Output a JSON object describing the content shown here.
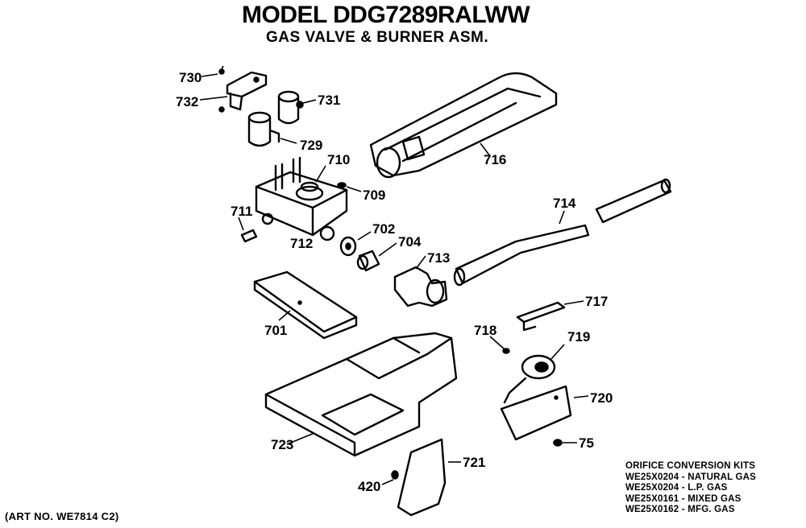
{
  "header": {
    "title": "MODEL DDG7289RALWW",
    "subtitle": "GAS VALVE & BURNER ASM."
  },
  "parts": [
    {
      "id": "p730",
      "label": "730"
    },
    {
      "id": "p732",
      "label": "732"
    },
    {
      "id": "p731",
      "label": "731"
    },
    {
      "id": "p729",
      "label": "729"
    },
    {
      "id": "p710",
      "label": "710"
    },
    {
      "id": "p709",
      "label": "709"
    },
    {
      "id": "p711",
      "label": "711"
    },
    {
      "id": "p712",
      "label": "712"
    },
    {
      "id": "p702",
      "label": "702"
    },
    {
      "id": "p704",
      "label": "704"
    },
    {
      "id": "p713",
      "label": "713"
    },
    {
      "id": "p716",
      "label": "716"
    },
    {
      "id": "p714",
      "label": "714"
    },
    {
      "id": "p717",
      "label": "717"
    },
    {
      "id": "p701",
      "label": "701"
    },
    {
      "id": "p718",
      "label": "718"
    },
    {
      "id": "p719",
      "label": "719"
    },
    {
      "id": "p720",
      "label": "720"
    },
    {
      "id": "p75",
      "label": "75"
    },
    {
      "id": "p723",
      "label": "723"
    },
    {
      "id": "p721",
      "label": "721"
    },
    {
      "id": "p420",
      "label": "420"
    }
  ],
  "orifice_kits": {
    "heading": "ORIFICE CONVERSION KITS",
    "rows": [
      "WE25X0204 - NATURAL GAS",
      "WE25X0204 - L.P. GAS",
      "WE25X0161 - MIXED GAS",
      "WE25X0162 - MFG. GAS"
    ]
  },
  "art_number": "(ART NO. WE7814 C2)"
}
